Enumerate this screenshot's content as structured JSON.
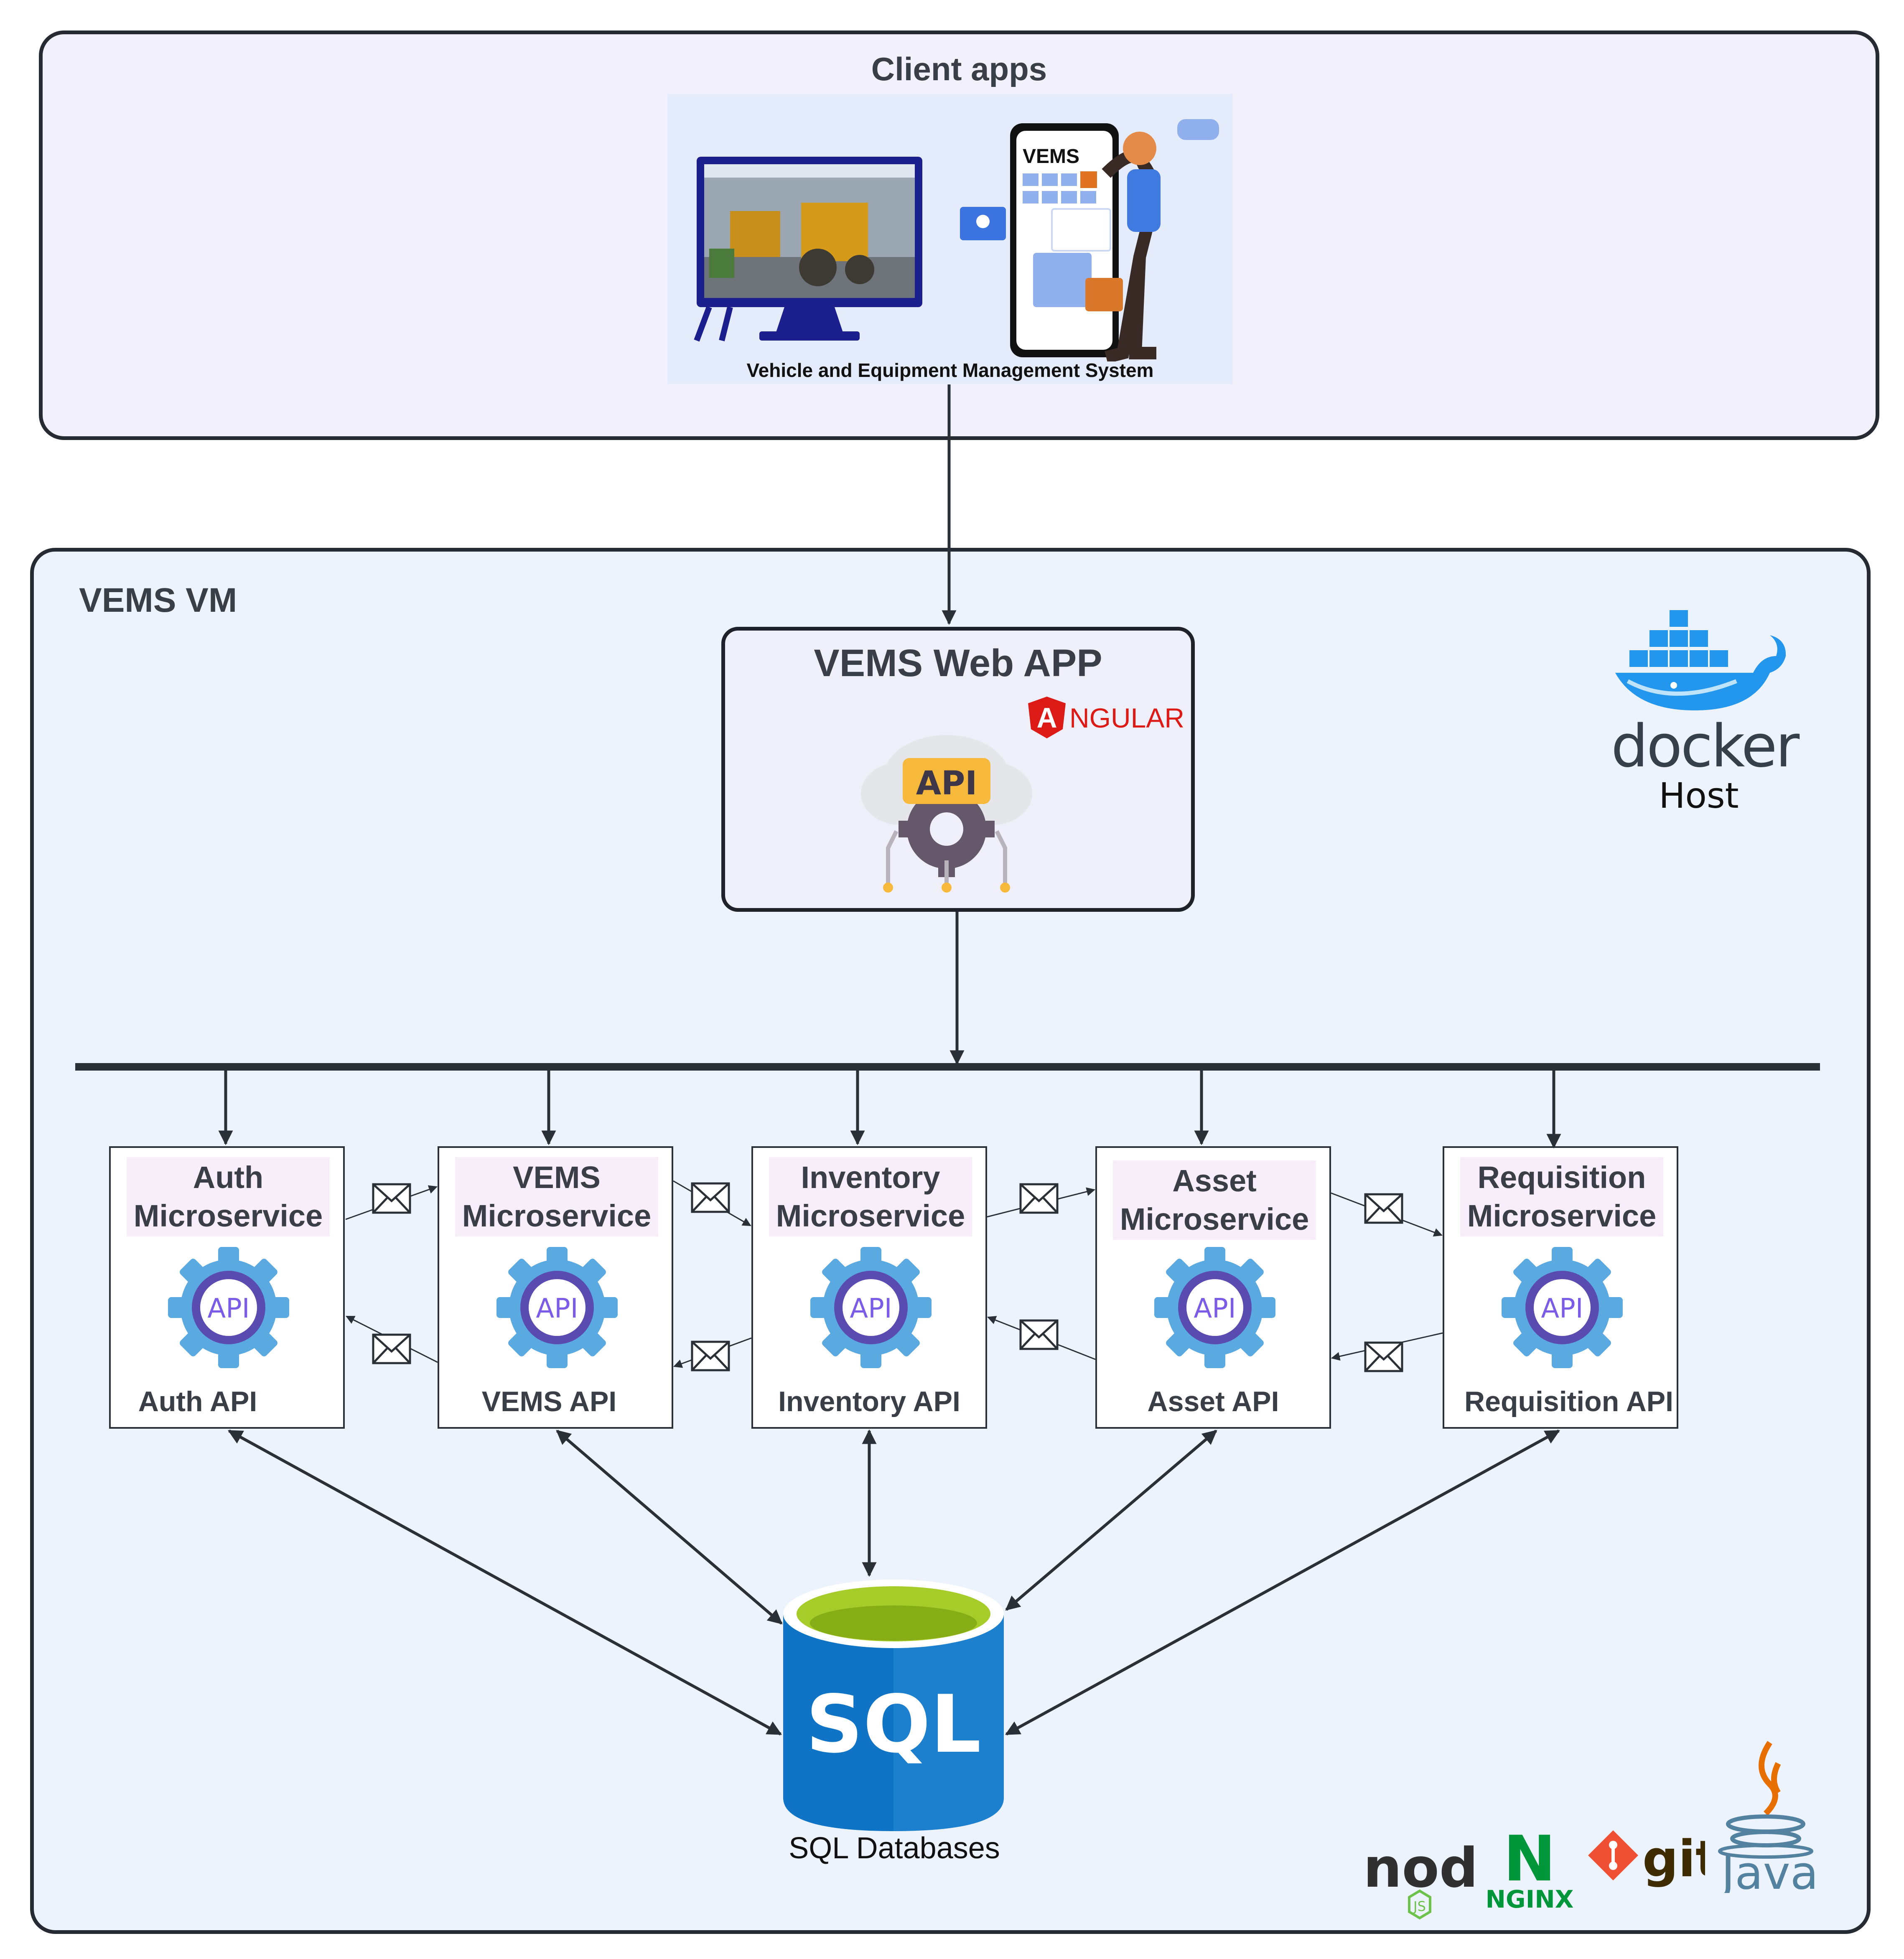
{
  "client_apps": {
    "title": "Client apps",
    "illustration_caption": "Vehicle and Equipment Management System",
    "phone_title": "VEMS"
  },
  "vm": {
    "title": "VEMS VM"
  },
  "web_app": {
    "title": "VEMS Web APP",
    "framework_logo_text": "NGULAR",
    "framework_logo_letter": "A",
    "api_icon_text": "API"
  },
  "docker": {
    "word": "docker",
    "label": "Host"
  },
  "microservices": [
    {
      "name_line1": "Auth",
      "name_line2": "Microservice",
      "api_label": "Auth API",
      "icon_text": "API"
    },
    {
      "name_line1": "VEMS",
      "name_line2": "Microservice",
      "api_label": "VEMS API",
      "icon_text": "API"
    },
    {
      "name_line1": "Inventory",
      "name_line2": "Microservice",
      "api_label": "Inventory API",
      "icon_text": "API"
    },
    {
      "name_line1": "Asset",
      "name_line2": "Microservice",
      "api_label": "Asset API",
      "icon_text": "API"
    },
    {
      "name_line1": "Requisition",
      "name_line2": "Microservice",
      "api_label": "Requisition API",
      "icon_text": "API"
    }
  ],
  "database": {
    "icon_text": "SQL",
    "label": "SQL Databases"
  },
  "tech_stack": {
    "node": "node",
    "node_sub": "JS",
    "nginx_letter": "N",
    "nginx": "NGINX",
    "git": "git",
    "java": "Java"
  },
  "colors": {
    "client_panel": "#f2f1fb",
    "vm_panel": "#edf3fd",
    "border": "#262b33",
    "gear": "#5aa9e0",
    "gear_inner": "#5a4bb0",
    "service_header": "#f8eefa",
    "sql_blue": "#0f73c6",
    "sql_top": "#a6cc2a",
    "docker_blue": "#2396ed",
    "angular_red": "#dd1b16"
  }
}
